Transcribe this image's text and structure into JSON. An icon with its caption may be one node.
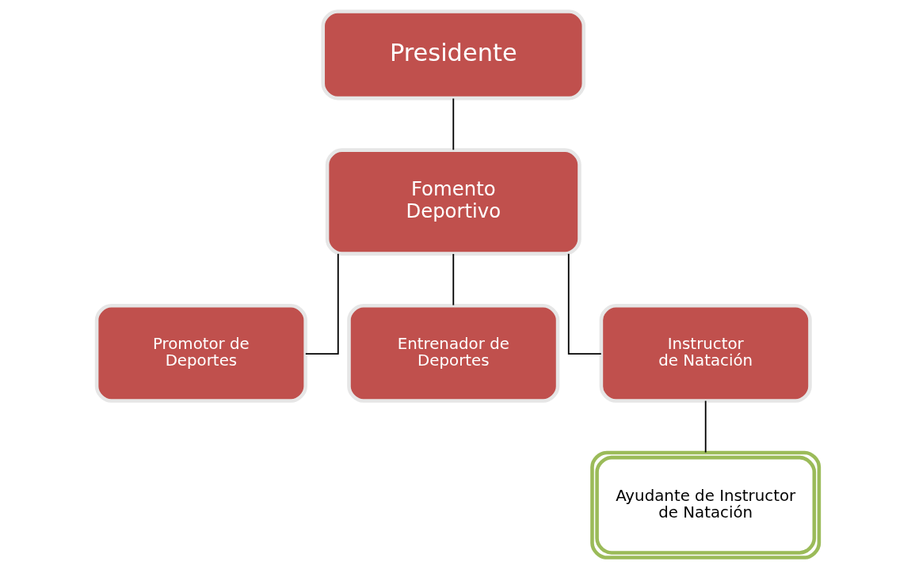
{
  "diagram": {
    "nodes": [
      {
        "text": [
          "Presidente"
        ]
      },
      {
        "text": [
          "Fomento Deportivo"
        ]
      },
      {
        "text": [
          "Promotor de Deportes"
        ]
      },
      {
        "text": [
          "Entrenador de Deportes"
        ]
      },
      {
        "text": [
          "Instructor de Natación"
        ]
      },
      {
        "text": [
          "Ayudante de Instructor de Natación"
        ]
      }
    ],
    "edges": [
      {
        "from": 0,
        "to": 1,
        "arrow": "none"
      },
      {
        "from": 1,
        "to": 2,
        "arrow": "none"
      },
      {
        "from": 1,
        "to": 3,
        "arrow": "none"
      },
      {
        "from": 1,
        "to": 4,
        "arrow": "none"
      },
      {
        "from": 4,
        "to": 5,
        "arrow": "none"
      }
    ]
  }
}
